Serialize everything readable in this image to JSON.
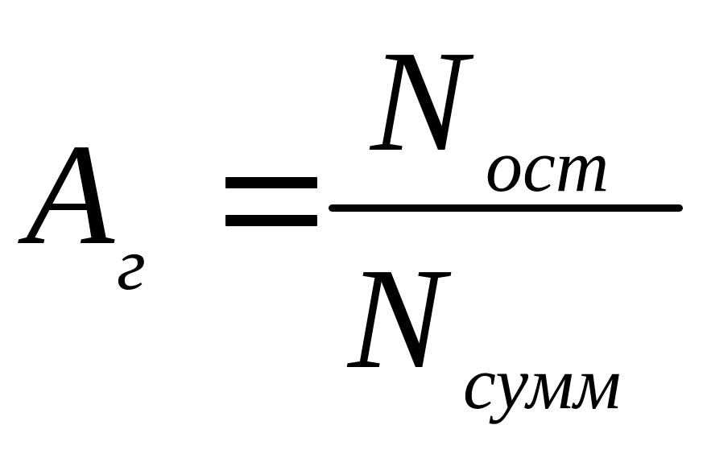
{
  "formula": {
    "lhs": {
      "symbol": "A",
      "subscript": "г"
    },
    "numerator": {
      "symbol": "N",
      "subscript": "ост"
    },
    "denominator": {
      "symbol": "N",
      "subscript": "сумм"
    }
  }
}
